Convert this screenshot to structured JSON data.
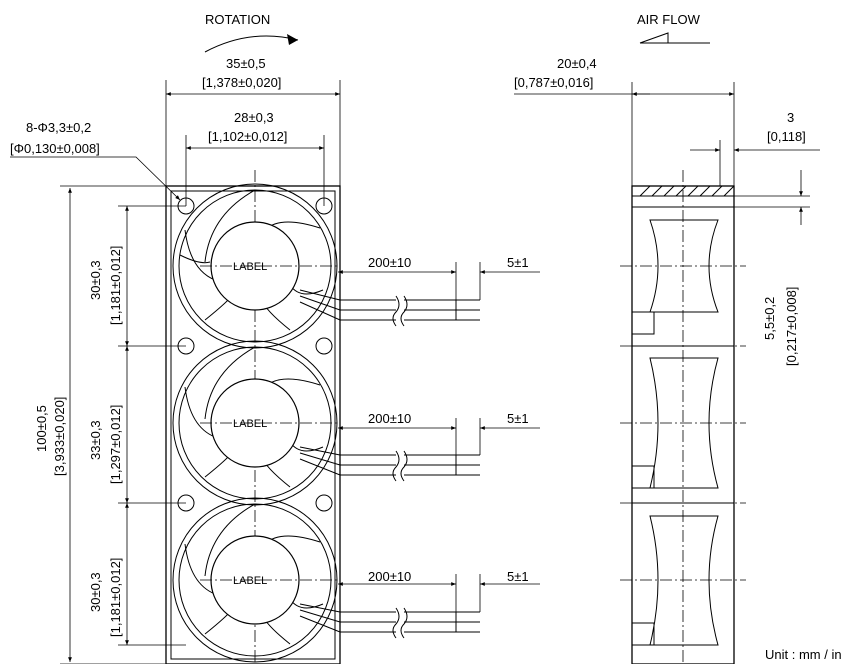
{
  "labels": {
    "rotation": "ROTATION",
    "air_flow": "AIR  FLOW",
    "width_mm": "35±0,5",
    "width_in": "[1,378±0,020]",
    "hole_pitch_mm": "28±0,3",
    "hole_pitch_in": "[1,102±0,012]",
    "hole_mm": "8-Φ3,3±0,2",
    "hole_in": "[Φ0,130±0,008]",
    "depth_mm": "20±0,4",
    "depth_in": "[0,787±0,016]",
    "flange_mm": "3",
    "flange_in": "[0,118]",
    "slot_mm": "5,5±0,2",
    "slot_in": "[0,217±0,008]",
    "total_mm": "100±0,5",
    "total_in": "[3,933±0,020]",
    "top_pitch_mm": "30±0,3",
    "top_pitch_in": "[1,181±0,012]",
    "mid_pitch_mm": "33±0,3",
    "mid_pitch_in": "[1,297±0,012]",
    "bot_pitch_mm": "30±0,3",
    "bot_pitch_in": "[1,181±0,012]",
    "unit": "Unit : mm / in"
  },
  "fans": [
    {
      "label": "LABEL",
      "lead_length": "200±10",
      "strip": "5±1"
    },
    {
      "label": "LABEL",
      "lead_length": "200±10",
      "strip": "5±1"
    },
    {
      "label": "LABEL",
      "lead_length": "200±10",
      "strip": "5±1"
    }
  ]
}
